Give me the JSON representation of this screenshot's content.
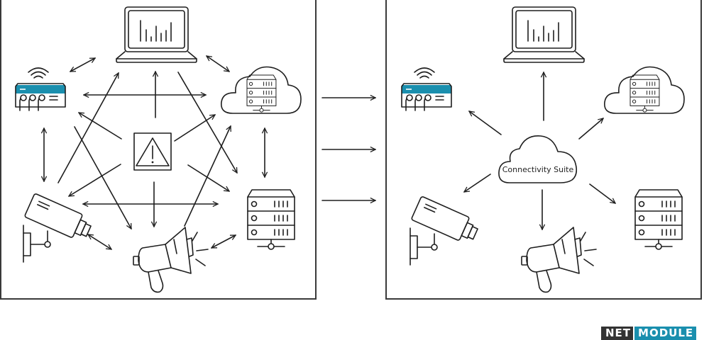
{
  "figure": {
    "left_panel": {
      "title": "",
      "description": "point-to-point meshed device connections",
      "nodes": [
        {
          "id": "laptop",
          "icon": "laptop-chart-icon"
        },
        {
          "id": "router",
          "icon": "wifi-router-icon"
        },
        {
          "id": "cloud-server",
          "icon": "cloud-server-icon"
        },
        {
          "id": "warning",
          "icon": "warning-icon"
        },
        {
          "id": "camera",
          "icon": "security-camera-icon"
        },
        {
          "id": "megaphone",
          "icon": "megaphone-icon"
        },
        {
          "id": "server",
          "icon": "server-rack-icon"
        }
      ]
    },
    "transition_arrows": 3,
    "right_panel": {
      "hub_label": "Connectivity Suite",
      "nodes": [
        {
          "id": "laptop",
          "icon": "laptop-chart-icon"
        },
        {
          "id": "router",
          "icon": "wifi-router-icon"
        },
        {
          "id": "cloud-server",
          "icon": "cloud-server-icon"
        },
        {
          "id": "camera",
          "icon": "security-camera-icon"
        },
        {
          "id": "megaphone",
          "icon": "megaphone-icon"
        },
        {
          "id": "server",
          "icon": "server-rack-icon"
        }
      ]
    }
  },
  "logo": {
    "part1": "NET",
    "part2": "MODULE",
    "color_dark": "#333333",
    "color_accent": "#1a8fae"
  }
}
